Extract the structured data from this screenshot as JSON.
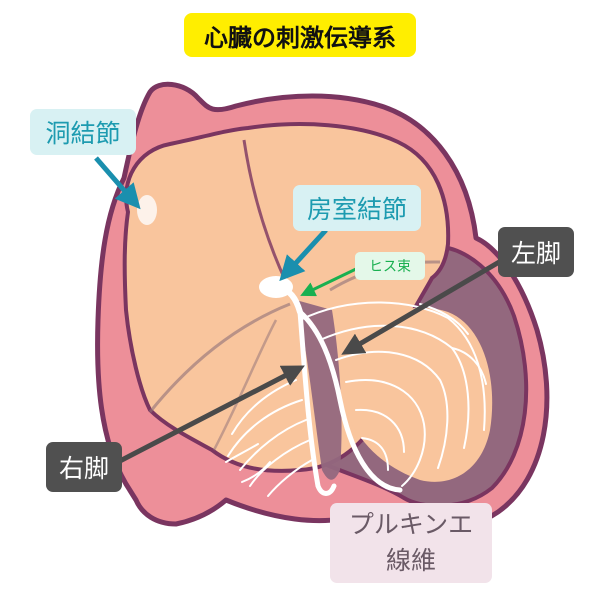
{
  "title": "心臓の刺激伝導系",
  "labels": {
    "sinoatrial_node": "洞結節",
    "av_node": "房室結節",
    "his_bundle": "ヒス束",
    "left_bundle_branch": "左脚",
    "right_bundle_branch": "右脚",
    "purkinje_line1": "プルキンエ",
    "purkinje_line2": "線維"
  },
  "colors": {
    "title_bg": "#ffee00",
    "outer_wall": "#ed8f99",
    "outline": "#7a3560",
    "inner_chamber": "#f9c59d",
    "septum": "#93687e",
    "conduction": "#ffffff",
    "teal_label": "#1d9bb0",
    "teal_arrow": "#1a8fae",
    "green": "#19b050",
    "dark_arrow": "#4a4a4a"
  }
}
